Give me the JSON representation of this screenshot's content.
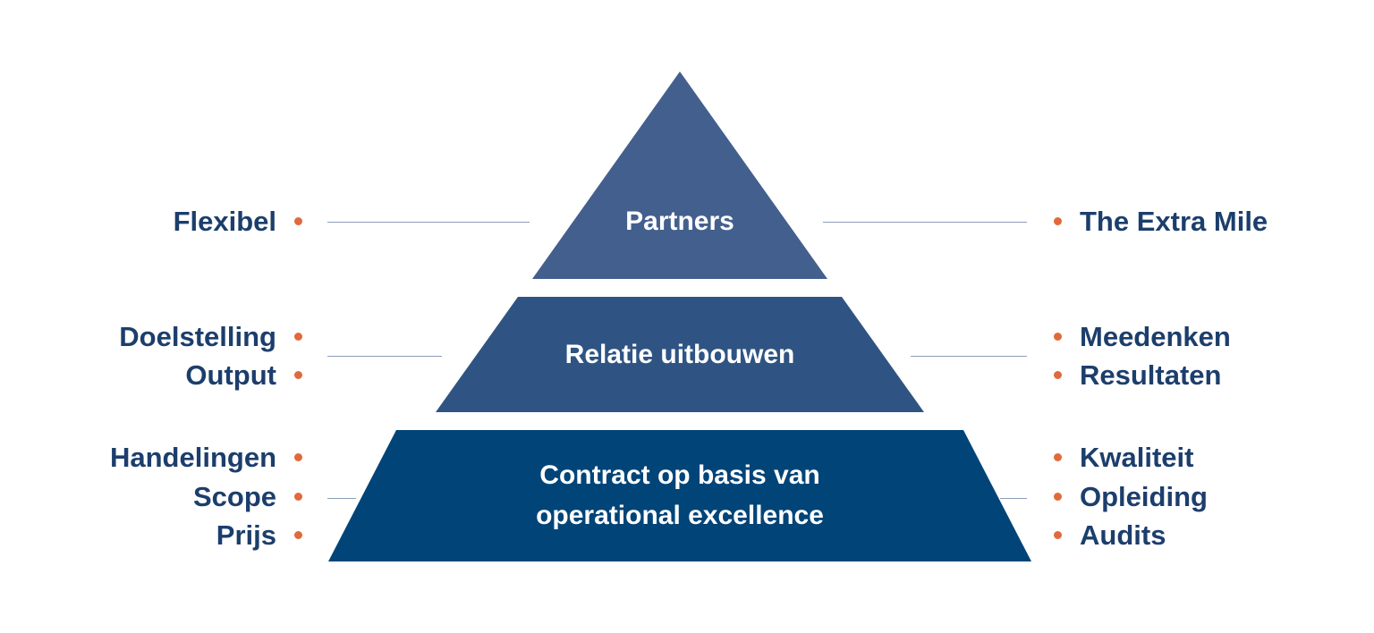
{
  "colors": {
    "top_tier": "#435f8e",
    "middle_tier": "#2f5483",
    "bottom_tier": "#004478",
    "item_text": "#1c3e6c",
    "bullet": "#e06a3b",
    "connector": "#8c9db7"
  },
  "tiers": {
    "top": {
      "label": "Partners"
    },
    "middle": {
      "label": "Relatie uitbouwen"
    },
    "bottom": {
      "label_line1": "Contract op basis van",
      "label_line2": "operational excellence"
    }
  },
  "left_items": {
    "top": [
      "Flexibel"
    ],
    "middle": [
      "Doelstelling",
      "Output"
    ],
    "bottom": [
      "Handelingen",
      "Scope",
      "Prijs"
    ]
  },
  "right_items": {
    "top": [
      "The Extra Mile"
    ],
    "middle": [
      "Meedenken",
      "Resultaten"
    ],
    "bottom": [
      "Kwaliteit",
      "Opleiding",
      "Audits"
    ]
  }
}
